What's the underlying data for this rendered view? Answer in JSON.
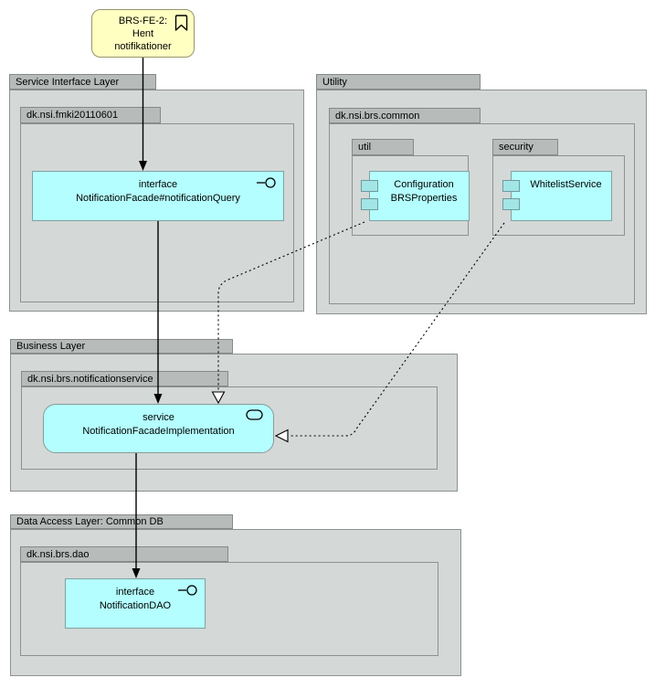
{
  "colors": {
    "package_tab": "#b7bbba",
    "package_body": "#d4d8d7",
    "package_border": "#8d918f",
    "component_fill": "#b4feff",
    "component_border": "#7fa2a2",
    "component_tab_fill": "#a3e5e7",
    "note_fill": "#ffffc2",
    "note_border": "#95956e",
    "line_color": "#000000"
  },
  "note": {
    "line1": "BRS-FE-2:",
    "line2": "Hent",
    "line3": "notifikationer",
    "icon": "bookmark-icon"
  },
  "layers": {
    "service_interface": {
      "label": "Service Interface Layer",
      "package": {
        "label": "dk.nsi.fmki20110601",
        "component": {
          "stereotype": "interface",
          "name": "NotificationFacade#notificationQuery",
          "icon": "lollipop-interface-icon"
        }
      }
    },
    "utility": {
      "label": "Utility",
      "package": {
        "label": "dk.nsi.brs.common",
        "util": {
          "label": "util",
          "component": {
            "line1": "Configuration",
            "line2": "BRSProperties",
            "icon": "component-icon"
          }
        },
        "security": {
          "label": "security",
          "component": {
            "line1": "WhitelistService",
            "icon": "component-icon"
          }
        }
      }
    },
    "business": {
      "label": "Business Layer",
      "package": {
        "label": "dk.nsi.brs.notificationservice",
        "component": {
          "stereotype": "service",
          "name": "NotificationFacadeImplementation",
          "icon": "service-capsule-icon"
        }
      }
    },
    "data_access": {
      "label": "Data Access Layer: Common DB",
      "package": {
        "label": "dk.nsi.brs.dao",
        "component": {
          "stereotype": "interface",
          "name": "NotificationDAO",
          "icon": "lollipop-interface-icon"
        }
      }
    }
  },
  "relations": [
    {
      "from": "BRS-FE-2 note",
      "to": "NotificationFacade#notificationQuery",
      "type": "solid-arrow"
    },
    {
      "from": "NotificationFacade#notificationQuery",
      "to": "NotificationFacadeImplementation",
      "type": "solid-arrow"
    },
    {
      "from": "NotificationFacadeImplementation",
      "to": "NotificationDAO",
      "type": "solid-arrow"
    },
    {
      "from": "Configuration BRSProperties",
      "to": "NotificationFacadeImplementation",
      "type": "dashed-hollow-triangle"
    },
    {
      "from": "WhitelistService",
      "to": "NotificationFacadeImplementation",
      "type": "dashed-hollow-triangle"
    }
  ]
}
